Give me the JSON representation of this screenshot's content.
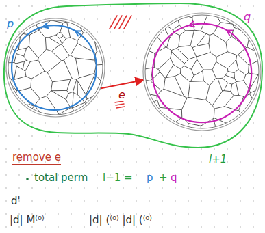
{
  "diagram": {
    "nodes": [
      {
        "text": [
          "l+1"
        ]
      },
      {
        "text": [
          "p"
        ],
        "in": 0
      },
      {
        "text": [
          "q"
        ],
        "in": 0
      }
    ],
    "edges": [
      {
        "from": 1,
        "to": 2,
        "arrow": "to",
        "label": "e"
      }
    ],
    "labels": [
      "remove e",
      "total perm",
      "l−1 =",
      "p",
      "+",
      "q",
      "d'",
      "|d| M⁽⁰⁾",
      "|d| (⁽⁰⁾ |d| (⁽⁰⁾"
    ]
  }
}
